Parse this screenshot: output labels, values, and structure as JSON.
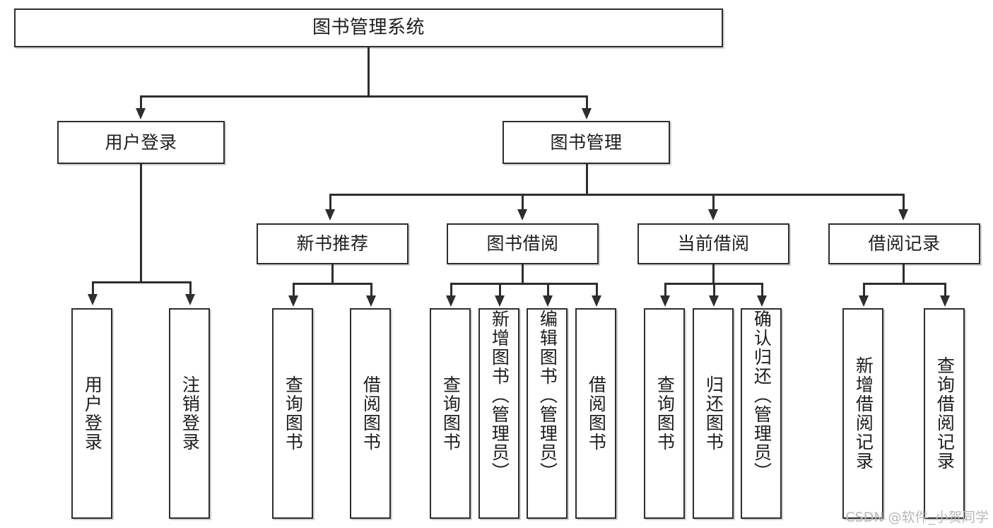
{
  "diagram": {
    "title": "图书管理系统",
    "type": "functional-structure-tree",
    "watermark": "CSDN @软件_小贺同学"
  },
  "nodes": {
    "root": {
      "label": "图书管理系统"
    },
    "level2": [
      {
        "label": "用户登录"
      },
      {
        "label": "图书管理"
      }
    ],
    "level3": [
      {
        "label": "新书推荐"
      },
      {
        "label": "图书借阅"
      },
      {
        "label": "当前借阅"
      },
      {
        "label": "借阅记录"
      }
    ],
    "leaves": {
      "user_login": [
        {
          "label": "用户登录"
        },
        {
          "label": "注销登录"
        }
      ],
      "new_book": [
        {
          "label": "查询图书"
        },
        {
          "label": "借阅图书"
        }
      ],
      "book_borrow": [
        {
          "label": "查询图书"
        },
        {
          "label": "新增图书（管理员）"
        },
        {
          "label": "编辑图书（管理员）"
        },
        {
          "label": "借阅图书"
        }
      ],
      "current_borrow": [
        {
          "label": "查询图书"
        },
        {
          "label": "归还图书"
        },
        {
          "label": "确认归还（管理员）"
        }
      ],
      "borrow_record": [
        {
          "label": "新增借阅记录"
        },
        {
          "label": "查询借阅记录"
        }
      ]
    }
  },
  "colors": {
    "stroke": "#2e2e2e",
    "fill": "#ffffff",
    "text": "#1d1d1d",
    "watermark": "#b8b8b8"
  }
}
